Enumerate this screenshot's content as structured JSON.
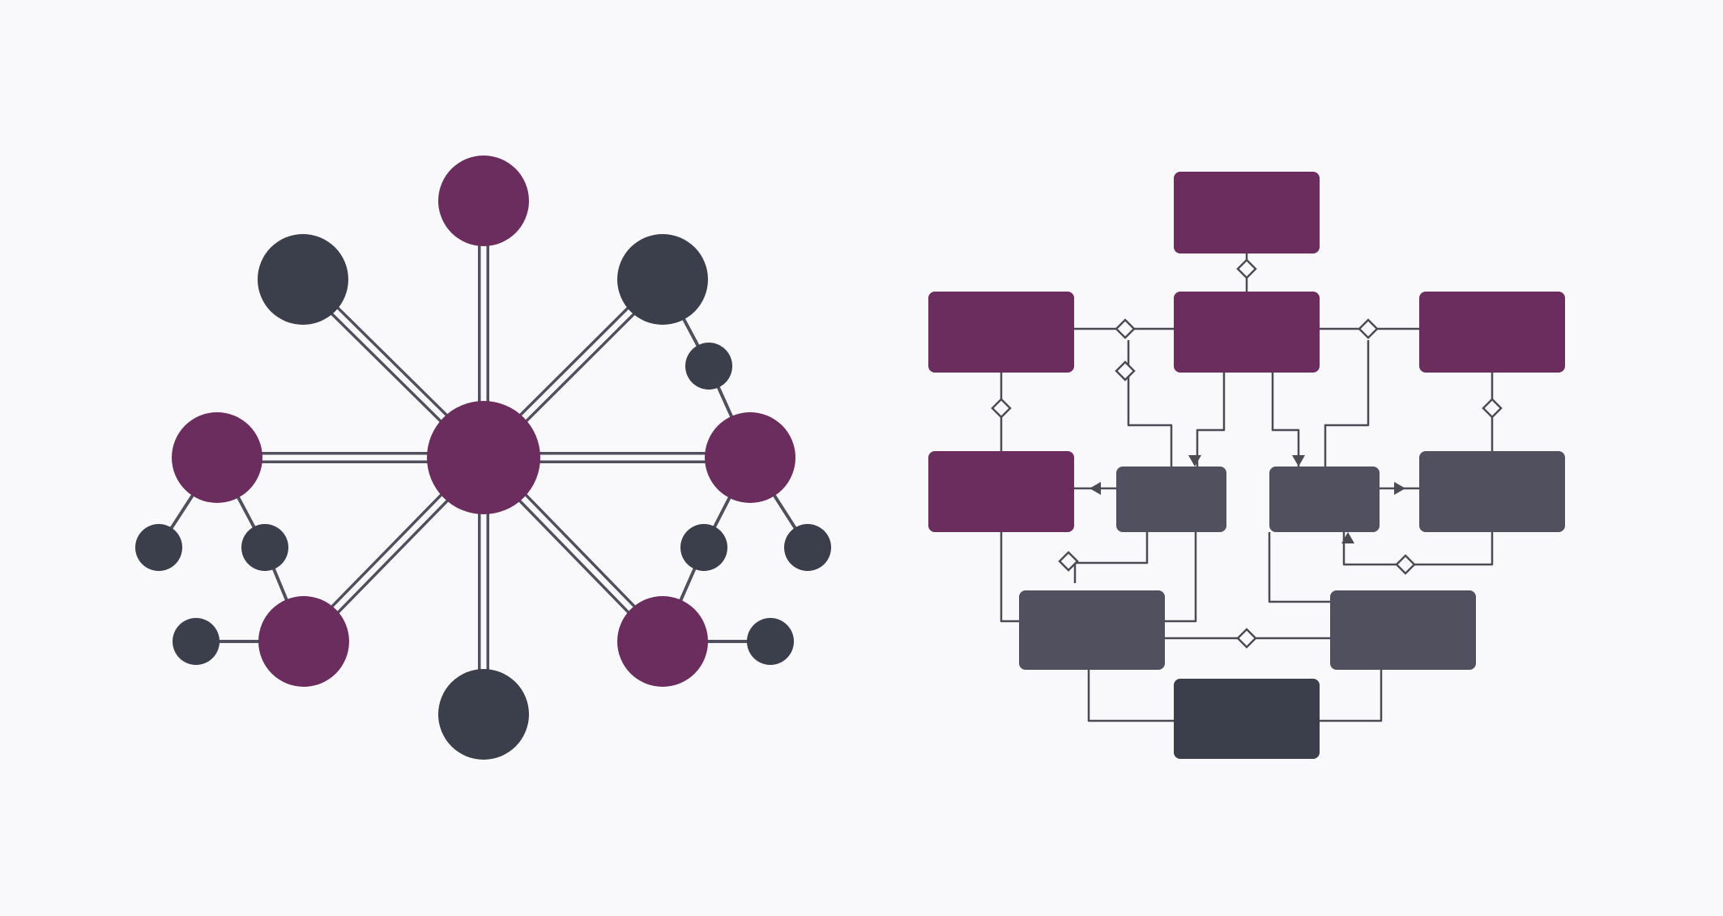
{
  "colors": {
    "background": "#f9f9fb",
    "primary": "#6b2d5e",
    "dark": "#3b3e4b",
    "medium": "#50505f",
    "edge": "#4f4f5e",
    "connector": "#4a4b55"
  },
  "network": {
    "nodes": [
      {
        "id": "center",
        "tone": "primary"
      },
      {
        "id": "top",
        "tone": "primary"
      },
      {
        "id": "left",
        "tone": "primary"
      },
      {
        "id": "right",
        "tone": "primary"
      },
      {
        "id": "bottom-left",
        "tone": "primary"
      },
      {
        "id": "bottom-right",
        "tone": "primary"
      },
      {
        "id": "top-left",
        "tone": "dark"
      },
      {
        "id": "top-right",
        "tone": "dark"
      },
      {
        "id": "bottom",
        "tone": "dark"
      },
      {
        "id": "tr-leaf",
        "tone": "dark"
      },
      {
        "id": "l-leaf-1",
        "tone": "dark"
      },
      {
        "id": "l-leaf-2",
        "tone": "dark"
      },
      {
        "id": "r-leaf-1",
        "tone": "dark"
      },
      {
        "id": "r-leaf-2",
        "tone": "dark"
      },
      {
        "id": "bl-leaf",
        "tone": "dark"
      },
      {
        "id": "br-leaf",
        "tone": "dark"
      }
    ],
    "edges": [
      [
        "center",
        "top"
      ],
      [
        "center",
        "bottom"
      ],
      [
        "center",
        "left"
      ],
      [
        "center",
        "right"
      ],
      [
        "center",
        "top-left"
      ],
      [
        "center",
        "top-right"
      ],
      [
        "center",
        "bottom-left"
      ],
      [
        "center",
        "bottom-right"
      ],
      [
        "top-right",
        "tr-leaf"
      ],
      [
        "tr-leaf",
        "right"
      ],
      [
        "left",
        "l-leaf-1"
      ],
      [
        "left",
        "l-leaf-2"
      ],
      [
        "l-leaf-2",
        "bottom-left"
      ],
      [
        "right",
        "r-leaf-1"
      ],
      [
        "right",
        "r-leaf-2"
      ],
      [
        "r-leaf-1",
        "bottom-right"
      ],
      [
        "bottom-left",
        "bl-leaf"
      ],
      [
        "bottom-right",
        "br-leaf"
      ]
    ]
  },
  "flowchart": {
    "boxes": [
      {
        "id": "root",
        "tone": "primary"
      },
      {
        "id": "left",
        "tone": "primary"
      },
      {
        "id": "mid",
        "tone": "primary"
      },
      {
        "id": "right",
        "tone": "primary"
      },
      {
        "id": "row2-left",
        "tone": "primary"
      },
      {
        "id": "row2-mid-a",
        "tone": "medium"
      },
      {
        "id": "row2-mid-b",
        "tone": "medium"
      },
      {
        "id": "row2-right",
        "tone": "medium"
      },
      {
        "id": "row3-left",
        "tone": "medium"
      },
      {
        "id": "row3-right",
        "tone": "medium"
      },
      {
        "id": "bottom",
        "tone": "dark"
      }
    ]
  }
}
